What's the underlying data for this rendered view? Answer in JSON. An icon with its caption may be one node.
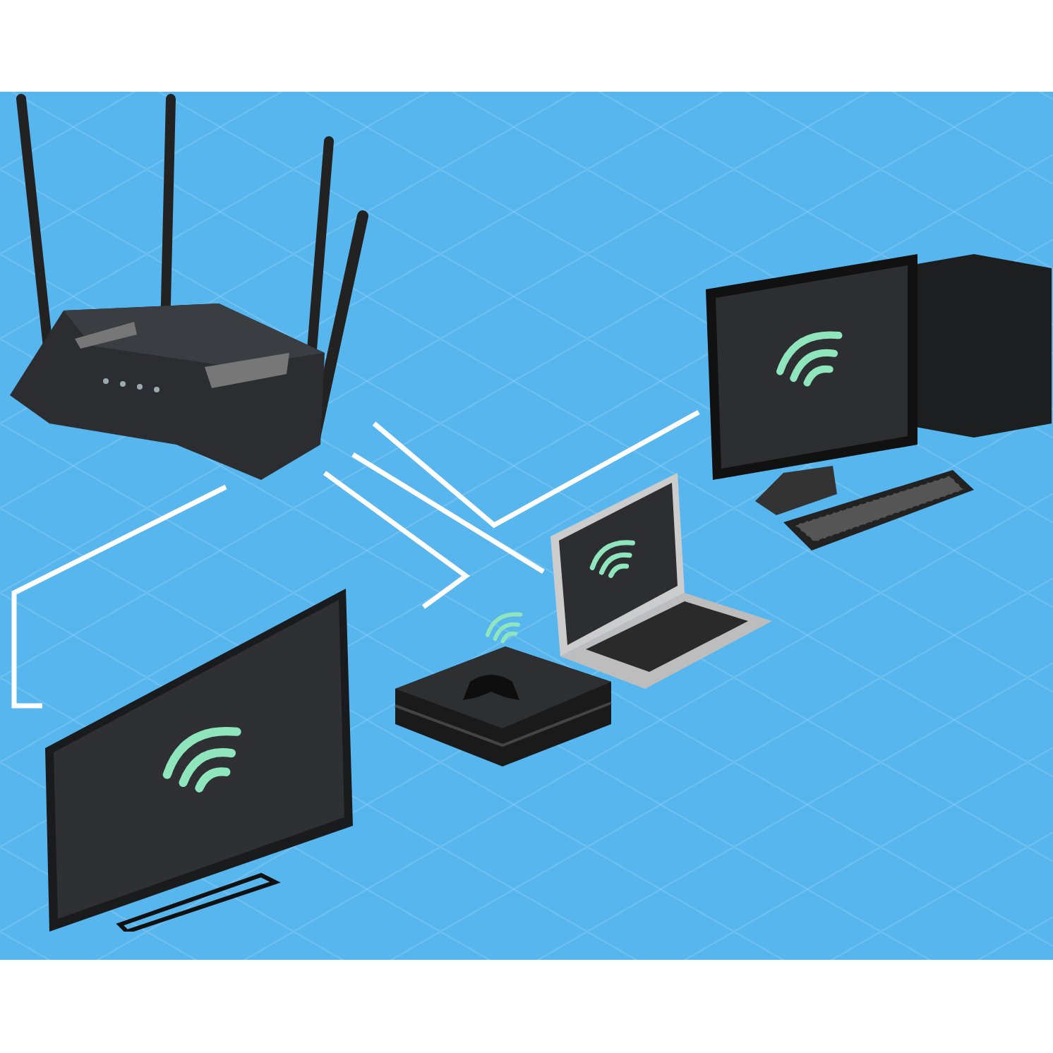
{
  "diagram": {
    "nodes": [
      {
        "text": [],
        "shape": "picture"
      },
      {
        "text": [],
        "shape": "picture"
      },
      {
        "text": [],
        "shape": "picture"
      },
      {
        "text": [],
        "shape": "picture"
      },
      {
        "text": [],
        "shape": "picture"
      }
    ],
    "edges": [
      {
        "from": 0,
        "to": 1,
        "arrow": "none"
      },
      {
        "from": 0,
        "to": 2,
        "arrow": "none"
      },
      {
        "from": 0,
        "to": 3,
        "arrow": "none"
      },
      {
        "from": 0,
        "to": 4,
        "arrow": "none"
      }
    ]
  }
}
